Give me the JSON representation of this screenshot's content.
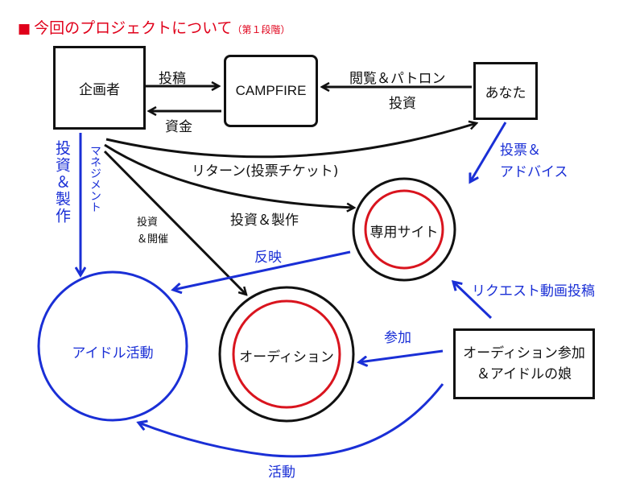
{
  "title": {
    "bullet": "■",
    "main": "今回のプロジェクトについて",
    "sub": "（第１段階）"
  },
  "colors": {
    "title": "#e0001a",
    "black": "#111111",
    "blue": "#1a2fd6",
    "red_ring": "#d9141e"
  },
  "nodes": {
    "planner": "企画者",
    "campfire": "CAMPFIRE",
    "you": "あなた",
    "site": "専用サイト",
    "idol_activity": "アイドル活動",
    "audition": "オーディション",
    "participant_line1": "オーディション参加",
    "participant_line2": "＆アイドルの娘"
  },
  "edges": {
    "post": "投稿",
    "funds": "資金",
    "view_patron": "閲覧＆パトロン",
    "invest_you": "投資",
    "return_ticket": "リターン(投票チケット)",
    "invest_produce": "投資＆製作",
    "vote_advice_1": "投票＆",
    "vote_advice_2": "アドバイス",
    "invest_produce_vertical": "投資＆製作",
    "management": "マネジメント",
    "invest_host_1": "投資",
    "invest_host_2": "＆開催",
    "reflect": "反映",
    "request_video": "リクエスト動画投稿",
    "participate": "参加",
    "activity": "活動"
  }
}
